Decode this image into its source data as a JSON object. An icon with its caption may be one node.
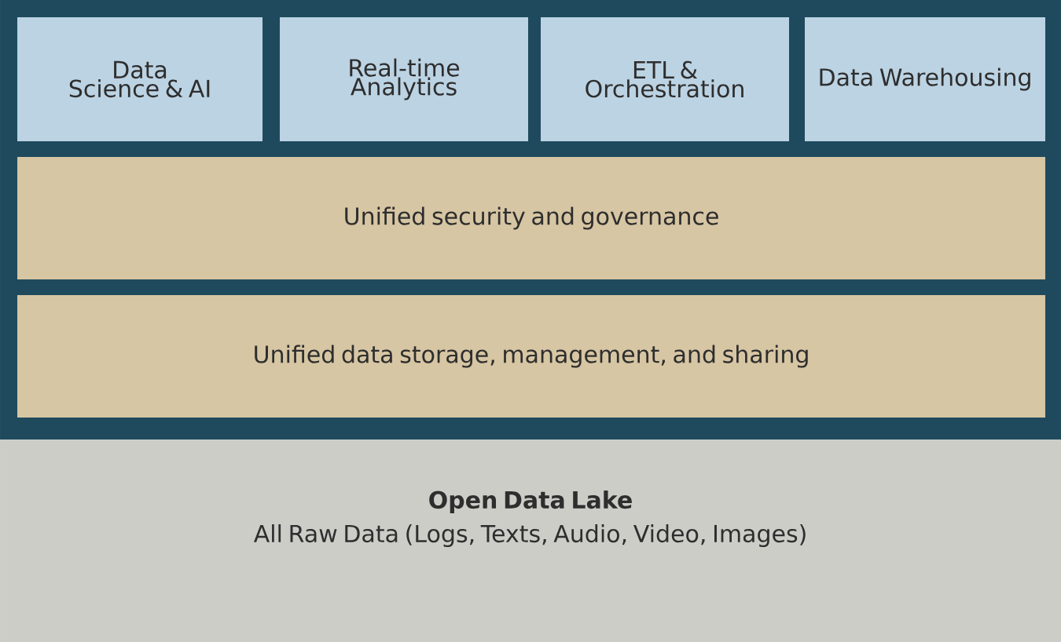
{
  "diagram": {
    "nodes": [
      {
        "text": [],
        "shape": "box"
      },
      {
        "text": [
          "Data Science & AI"
        ],
        "in": 0
      },
      {
        "text": [
          "Real-time Analytics"
        ],
        "in": 0
      },
      {
        "text": [
          "ETL & Orchestration"
        ],
        "in": 0
      },
      {
        "text": [
          "Data Warehousing"
        ],
        "in": 0
      },
      {
        "text": [
          "Unified security and governance"
        ],
        "in": 0
      },
      {
        "text": [
          "Unified data storage, management, and sharing"
        ],
        "in": 0
      },
      {
        "text": [
          "Open Data Lake",
          "All Raw Data (Logs, Texts, Audio, Video, Images)"
        ]
      }
    ]
  }
}
